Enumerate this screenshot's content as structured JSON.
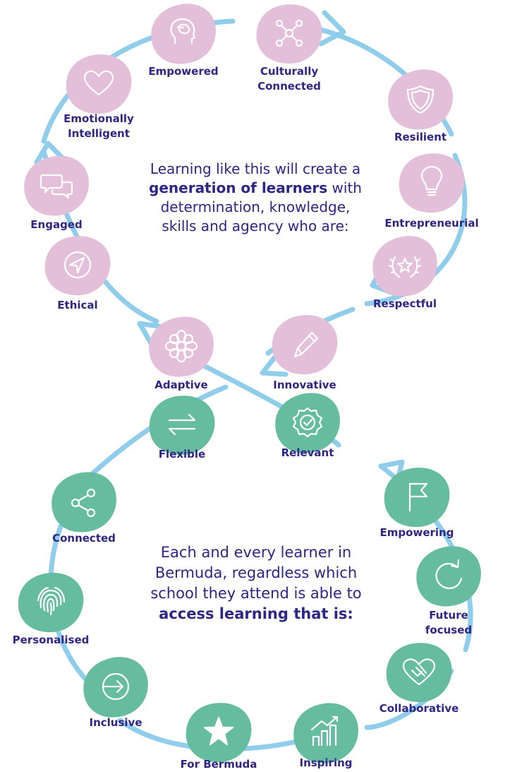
{
  "colors": {
    "track": "#8fcdeb",
    "pink": "#e3bfd9",
    "green": "#66bc9f",
    "label": "#2e2585",
    "icon_pink": "#ffffff",
    "icon_green": "#ffffff"
  },
  "top_intro": {
    "line1": "Learning like this will create a",
    "bold": "generation of learners",
    "after_bold": " with",
    "line3": "determination, knowledge,",
    "line4": "skills and agency who are:"
  },
  "bottom_intro": {
    "line1": "Each and every learner in",
    "line2": "Bermuda, regardless which",
    "line3": "school they attend is able to",
    "bold": "access learning that is:"
  },
  "top_nodes": [
    {
      "label": "Empowered",
      "icon": "brain-head-icon"
    },
    {
      "label": "Culturally Connected",
      "icon": "network-icon"
    },
    {
      "label": "Resilient",
      "icon": "shield-icon"
    },
    {
      "label": "Entrepreneurial",
      "icon": "lightbulb-icon"
    },
    {
      "label": "Respectful",
      "icon": "laurel-star-icon"
    },
    {
      "label": "Innovative",
      "icon": "pencil-icon"
    },
    {
      "label": "Adaptive",
      "icon": "flower-icon"
    },
    {
      "label": "Ethical",
      "icon": "compass-arrow-icon"
    },
    {
      "label": "Engaged",
      "icon": "speech-bubbles-icon"
    },
    {
      "label": "Emotionally Intelligent",
      "icon": "heart-icon"
    }
  ],
  "bottom_nodes": [
    {
      "label": "Flexible",
      "icon": "swap-arrows-icon"
    },
    {
      "label": "Relevant",
      "icon": "check-badge-icon"
    },
    {
      "label": "Empowering",
      "icon": "flag-icon"
    },
    {
      "label": "Future focused",
      "icon": "refresh-icon"
    },
    {
      "label": "Collaborative",
      "icon": "handshake-heart-icon"
    },
    {
      "label": "Inspiring",
      "icon": "growth-chart-icon"
    },
    {
      "label": "For Bermuda",
      "icon": "star-icon"
    },
    {
      "label": "Inclusive",
      "icon": "enter-circle-icon"
    },
    {
      "label": "Personalised",
      "icon": "fingerprint-icon"
    },
    {
      "label": "Connected",
      "icon": "share-icon"
    }
  ]
}
